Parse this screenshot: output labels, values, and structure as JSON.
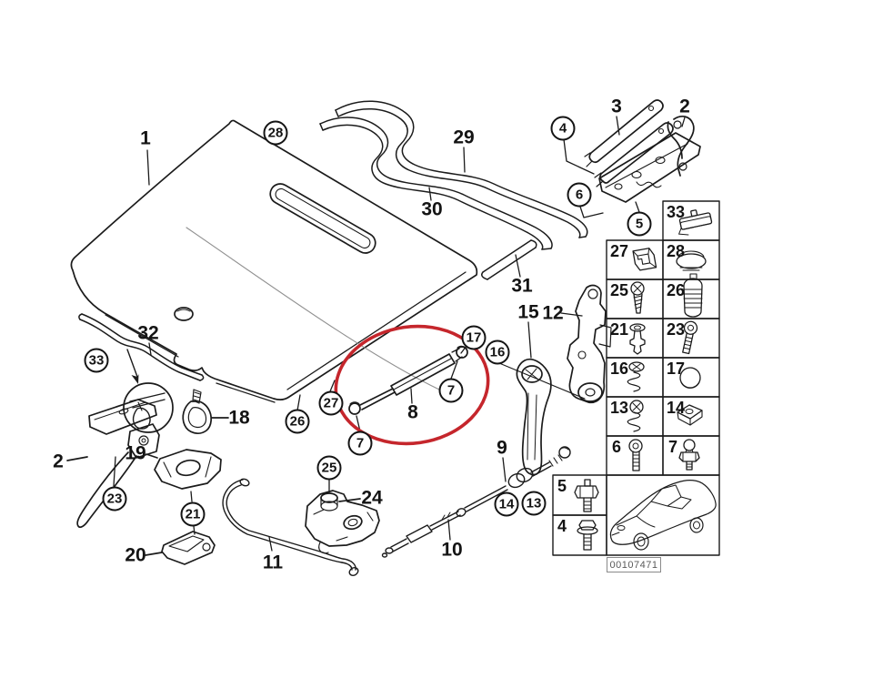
{
  "colors": {
    "line": "#1b1b1b",
    "highlight": "#c5262c",
    "code_text": "#5a5a5a"
  },
  "callouts": {
    "c1": "1",
    "c2l": "2",
    "c3": "3",
    "c2h": "2",
    "c4": "4",
    "c5": "5",
    "c6": "6",
    "c7a": "7",
    "c7b": "7",
    "c8": "8",
    "c9": "9",
    "c10": "10",
    "c11": "11",
    "c12": "12",
    "c13": "13",
    "c14": "14",
    "c15": "15",
    "c16": "16",
    "c17": "17",
    "c18": "18",
    "c19": "19",
    "c20": "20",
    "c21": "21",
    "c23": "23",
    "c24": "24",
    "c25": "25",
    "c26": "26",
    "c27": "27",
    "c28": "28",
    "c29": "29",
    "c30": "30",
    "c31": "31",
    "c32": "32",
    "c33": "33"
  },
  "grid": {
    "n33": "33",
    "n27": "27",
    "n28": "28",
    "n25": "25",
    "n26": "26",
    "n21": "21",
    "n23": "23",
    "n16": "16",
    "n17": "17",
    "n13": "13",
    "n14": "14",
    "n6": "6",
    "n7": "7",
    "n5": "5",
    "n4": "4"
  },
  "footer_code": "00107471"
}
